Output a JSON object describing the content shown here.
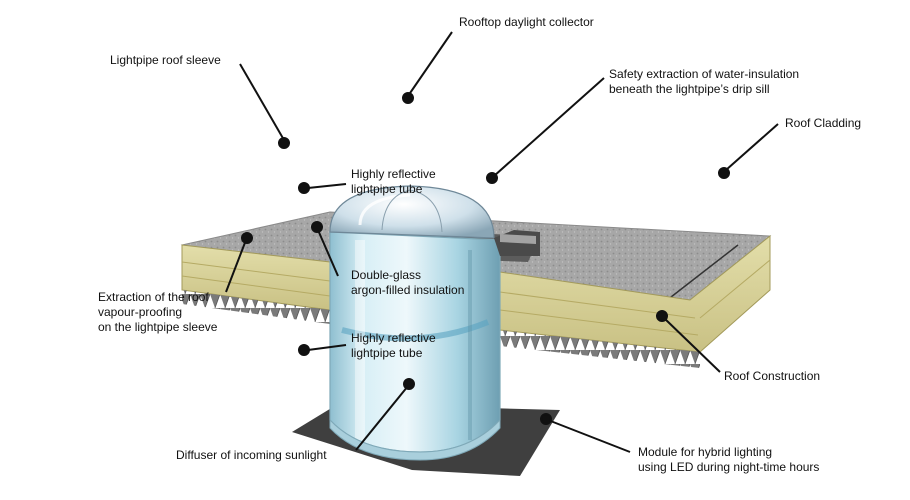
{
  "labels": {
    "rooftop_collector": "Rooftop daylight collector",
    "roof_sleeve": "Lightpipe roof sleeve",
    "safety_extraction": "Safety extraction of water-insulation\nbeneath the lightpipe’s drip sill",
    "roof_cladding": "Roof Cladding",
    "reflective_tube_top": "Highly reflective\nlightpipe tube",
    "double_glass": "Double-glass\nargon-filled insulation",
    "vapour_extraction": "Extraction of the roof\nvapour-proofing\non the lightpipe sleeve",
    "reflective_tube_lower": "Highly reflective\nlightpipe tube",
    "roof_construction": "Roof Construction",
    "diffuser": "Diffuser of incoming sunlight",
    "led_module": "Module for hybrid lighting\nusing LED during night-time hours"
  },
  "colors": {
    "cladding_top": "#a6a6a6",
    "insulation": "#d9d6a2",
    "insulation_line": "#b8ad5f",
    "corrugated": "#7d7d7d",
    "tube": "#bfe3ee",
    "dome": "#d6e6ef",
    "leader": "#111111",
    "base_plate": "#4a4a4a"
  }
}
